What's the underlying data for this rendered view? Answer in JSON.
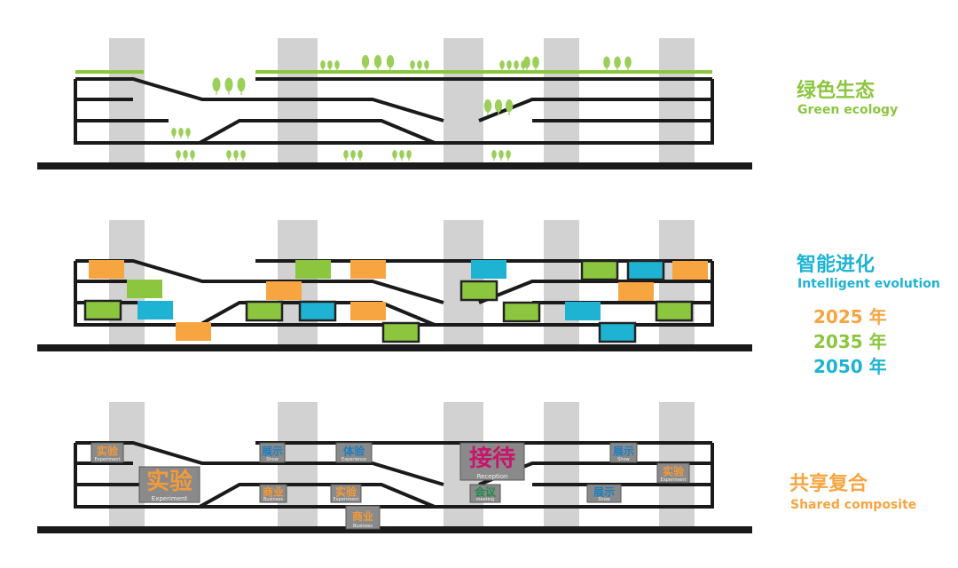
{
  "colors": {
    "green": "#8cc63f",
    "lightgreen": "#9bcf5a",
    "orange": "#f7a541",
    "cyan": "#1eb3d3",
    "pillar": "#d2d2d2",
    "structure": "#1a1a1a",
    "label_orange": "#f39a3a",
    "label_blue": "#1c7fc2",
    "label_green": "#1e8c4a",
    "label_magenta": "#c8156b",
    "label_gray": "#8a8a8a"
  },
  "captions": {
    "green_ecology": {
      "zh": "绿色生态",
      "en": "Green ecology"
    },
    "intelligent_evolution": {
      "zh": "智能进化",
      "en": "Intelligent evolution"
    },
    "years": [
      "2025 年",
      "2035 年",
      "2050 年"
    ],
    "shared_composite": {
      "zh": "共享复合",
      "en": "Shared composite"
    }
  },
  "function_labels": [
    {
      "zh": "实验",
      "en": "Experiment",
      "color": "orange",
      "size": "s"
    },
    {
      "zh": "展示",
      "en": "Show",
      "color": "blue",
      "size": "s"
    },
    {
      "zh": "体验",
      "en": "Experience",
      "color": "blue",
      "size": "s"
    },
    {
      "zh": "接待",
      "en": "Reception",
      "color": "magenta",
      "size": "l"
    },
    {
      "zh": "展示",
      "en": "Show",
      "color": "blue",
      "size": "s"
    },
    {
      "zh": "实验",
      "en": "Experiment",
      "color": "orange",
      "size": "s"
    },
    {
      "zh": "实验",
      "en": "Experiment",
      "color": "orange",
      "size": "l"
    },
    {
      "zh": "商业",
      "en": "Business",
      "color": "orange",
      "size": "s"
    },
    {
      "zh": "实验",
      "en": "Experiment",
      "color": "orange",
      "size": "s"
    },
    {
      "zh": "会议",
      "en": "meeting",
      "color": "green",
      "size": "s"
    },
    {
      "zh": "展示",
      "en": "Show",
      "color": "blue",
      "size": "s"
    },
    {
      "zh": "商业",
      "en": "Business",
      "color": "orange",
      "size": "s"
    }
  ]
}
